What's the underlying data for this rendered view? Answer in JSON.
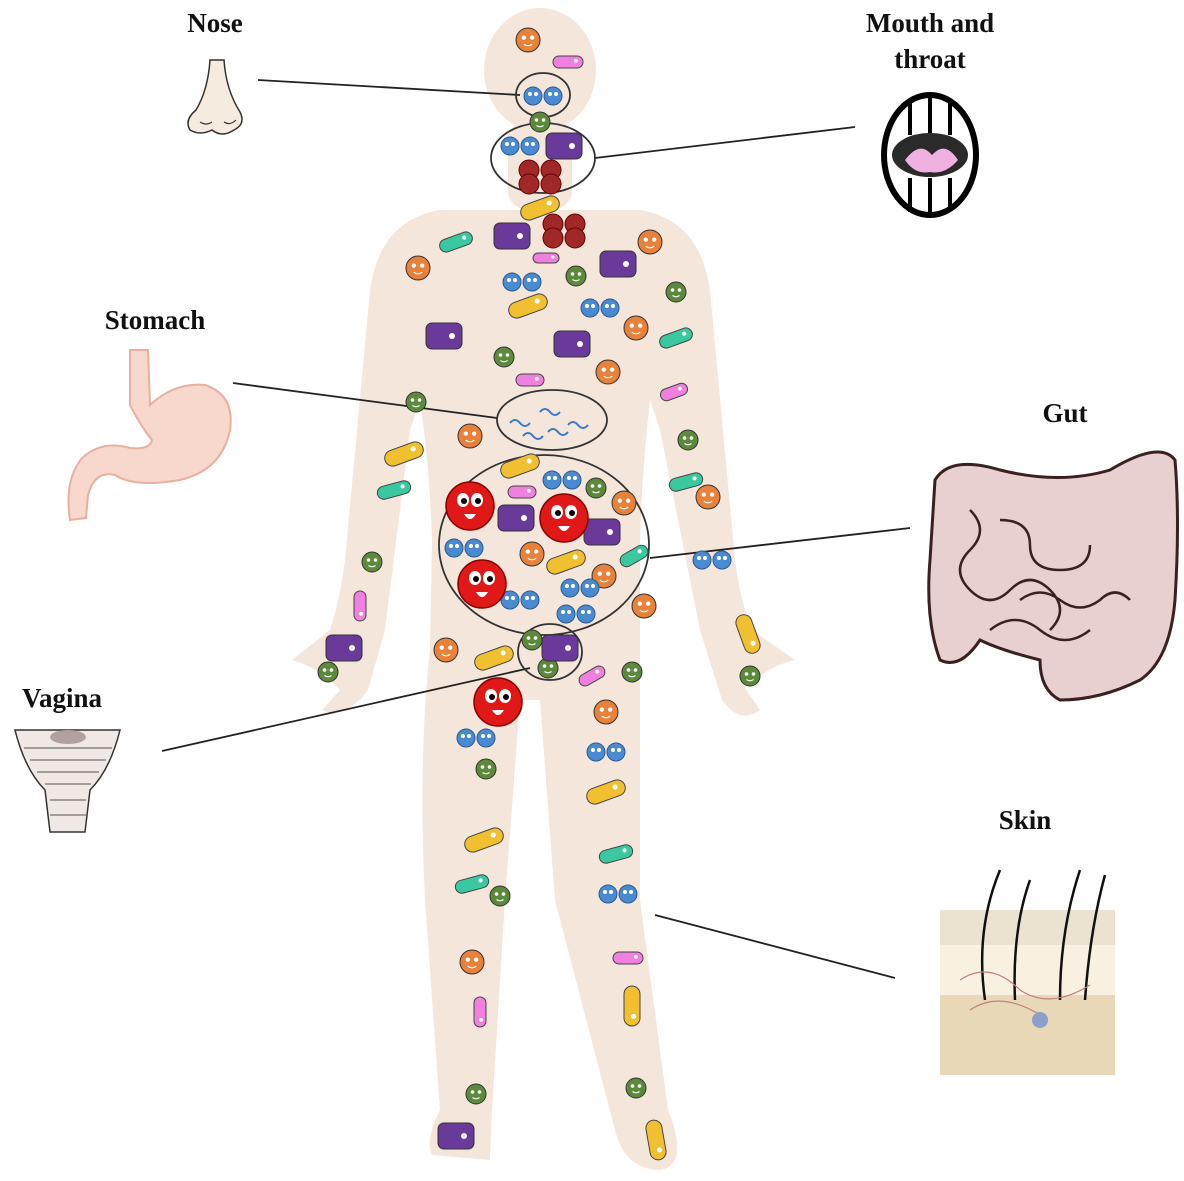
{
  "labels": {
    "nose": "Nose",
    "mouth_line1": "Mouth and",
    "mouth_line2": "throat",
    "stomach": "Stomach",
    "gut": "Gut",
    "vagina": "Vagina",
    "skin": "Skin"
  },
  "colors": {
    "body": "#f5e6db",
    "orange_coccus": "#e8823a",
    "green_coccus": "#5a8a3a",
    "blue_coccus": "#4a8ad0",
    "purple_bacillus": "#6a3a9a",
    "pink_bacillus": "#f080e0",
    "teal_bacillus": "#3ac8a0",
    "yellow_bacillus": "#f0c030",
    "red_microbe": "#e01818",
    "dark_red_microbe": "#a02828"
  },
  "icons": [
    "nose-icon",
    "mouth-icon",
    "stomach-icon",
    "gut-icon",
    "vagina-icon",
    "skin-icon"
  ]
}
